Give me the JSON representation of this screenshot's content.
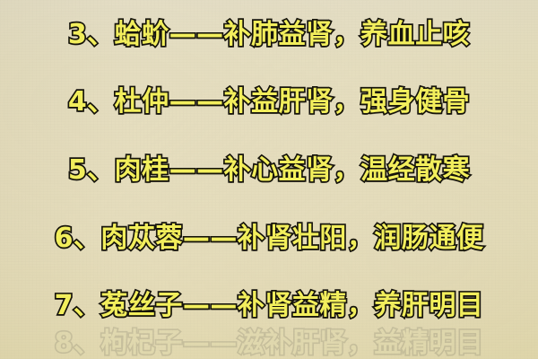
{
  "poster": {
    "kind": "chinese-herbal-medicine-list-slide",
    "background_color": "#f7f4e8",
    "text_fill_color": "#f2ee5c",
    "text_outline_color": "#16140c",
    "lines": [
      {
        "index": "3",
        "marker": "3、",
        "herb": "蛤蚧",
        "dash": "——",
        "effects": "补肺益肾，养血止咳",
        "full_text": "3、蛤蚧——补肺益肾，养血止咳"
      },
      {
        "index": "4",
        "marker": "4、",
        "herb": "杜仲",
        "dash": "——",
        "effects": "补益肝肾，强身健骨",
        "full_text": "4、杜仲——补益肝肾，强身健骨"
      },
      {
        "index": "5",
        "marker": "5、",
        "herb": "肉桂",
        "dash": "——",
        "effects": "补心益肾，温经散寒",
        "full_text": "5、肉桂——补心益肾，温经散寒"
      },
      {
        "index": "6",
        "marker": "6、",
        "herb": "肉苁蓉",
        "dash": "——",
        "effects": "补肾壮阳，润肠通便",
        "full_text": "6、肉苁蓉——补肾壮阳，润肠通便"
      },
      {
        "index": "7",
        "marker": "7、",
        "herb": "菟丝子",
        "dash": "——",
        "effects": "补肾益精，养肝明目",
        "full_text": "7、菟丝子——补肾益精，养肝明目"
      }
    ],
    "clipped_next_line": {
      "full_text": "8、枸杞子——滋补肝肾，益精明目"
    }
  }
}
